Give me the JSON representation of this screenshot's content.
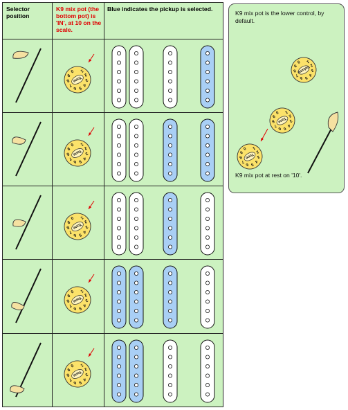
{
  "table": {
    "headers": {
      "selector": "Selector position",
      "mixpot": "K9 mix pot (the bottom pot) is 'IN', at 10 on the scale.",
      "pickups": "Blue indicates the pickup is selected."
    },
    "rows": [
      {
        "lever": "up",
        "selected": [
          false,
          false,
          false,
          true
        ]
      },
      {
        "lever": "mid-up",
        "selected": [
          false,
          false,
          true,
          true
        ]
      },
      {
        "lever": "middle",
        "selected": [
          false,
          false,
          true,
          false
        ]
      },
      {
        "lever": "mid-down",
        "selected": [
          true,
          true,
          true,
          false
        ]
      },
      {
        "lever": "down",
        "selected": [
          true,
          true,
          false,
          false
        ]
      }
    ]
  },
  "knob": {
    "label": "Tone",
    "scale": "1234567890"
  },
  "panel": {
    "caption_top": "K9 mix pot is the lower control, by default.",
    "caption_bottom": "K9 mix pot at rest on '10'.",
    "knob_labels": [
      "Volume",
      "Tone",
      "Tone"
    ]
  },
  "colors": {
    "background": "#ccf2c0",
    "selected": "#a9cff5",
    "unselected": "#ffffff",
    "knob": "#fbe26a",
    "arrow": "#e00000",
    "pick": "#f5e1a1"
  }
}
